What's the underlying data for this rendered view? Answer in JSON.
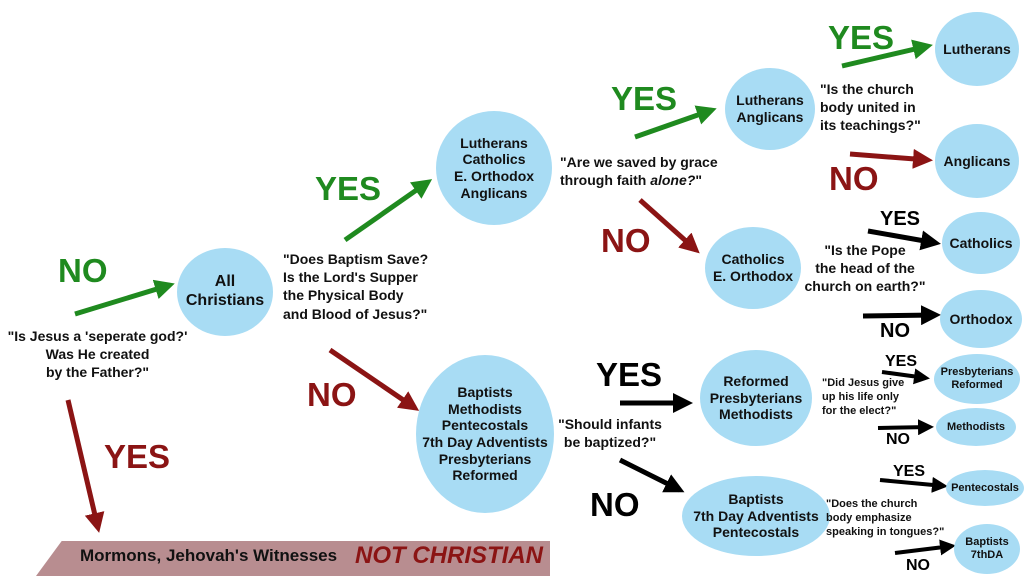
{
  "colors": {
    "node_fill": "#a8dcf4",
    "yes_green": "#1f8a1f",
    "no_red": "#8b1414",
    "black": "#000000",
    "banner": "#b88d90"
  },
  "start_question": "\"Is Jesus a 'seperate god?'\nWas He created\nby the Father?\"",
  "labels": {
    "no": "NO",
    "yes": "YES"
  },
  "nodes": {
    "all_christians": "All\nChristians",
    "luth_cath_orth_angl": "Lutherans\nCatholics\nE. Orthodox\nAnglicans",
    "lutherans_anglicans": "Lutherans\nAnglicans",
    "lutherans": "Lutherans",
    "anglicans": "Anglicans",
    "catholics_orthodox": "Catholics\nE. Orthodox",
    "catholics": "Catholics",
    "orthodox": "Orthodox",
    "baptists_group": "Baptists\nMethodists\nPentecostals\n7th Day Adventists\nPresbyterians\nReformed",
    "reformed_presb_meth": "Reformed\nPresbyterians\nMethodists",
    "presbyterians_reformed": "Presbyterians\nReformed",
    "methodists": "Methodists",
    "baptists_7da_pent": "Baptists\n7th Day Adventists\nPentecostals",
    "pentecostals": "Pentecostals",
    "baptists_7thda": "Baptists\n7thDA"
  },
  "questions": {
    "baptism": "\"Does Baptism Save?\nIs the Lord's Supper\nthe Physical Body\nand Blood of Jesus?\"",
    "grace_1": "\"Are we saved by grace\nthrough faith ",
    "grace_2": "alone?",
    "grace_3": "\"",
    "church_united": "\"Is the church\nbody united in\nits teachings?\"",
    "pope": "\"Is the Pope\nthe head of the\nchurch on earth?\"",
    "infants": "\"Should infants\nbe baptized?\"",
    "jesus_life": "\"Did Jesus give\nup his life only\nfor the elect?\"",
    "tongues": "\"Does the church\nbody emphasize\nspeaking in tongues?\""
  },
  "banner": {
    "groups": "Mormons, Jehovah's Witnesses",
    "verdict": "NOT CHRISTIAN"
  }
}
